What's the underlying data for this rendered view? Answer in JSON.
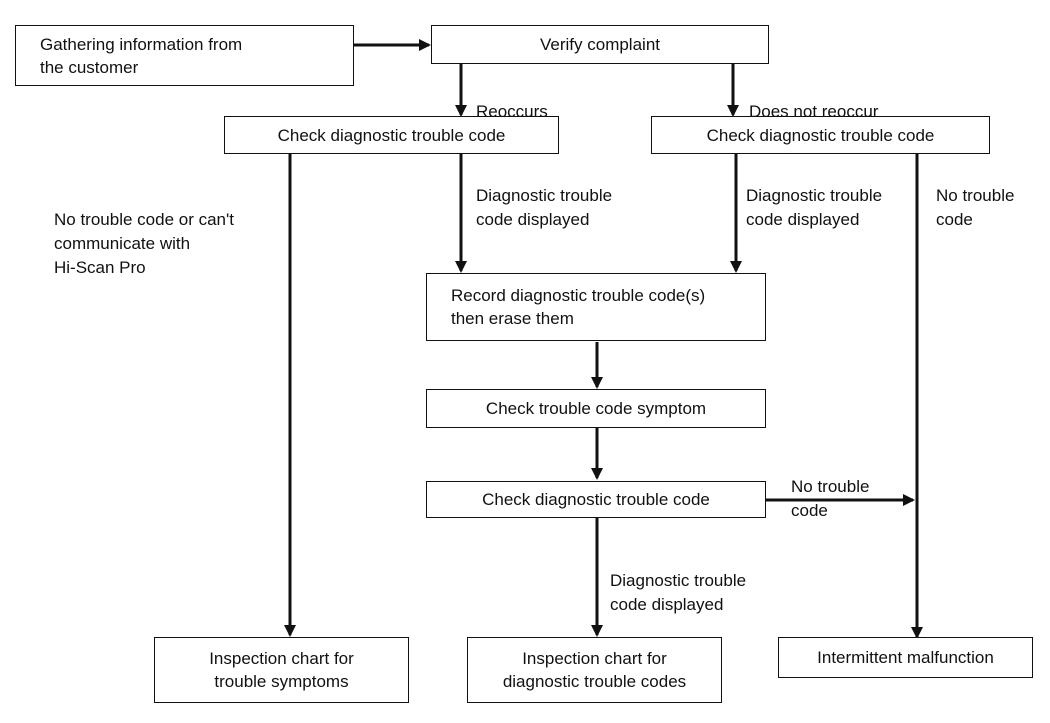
{
  "boxes": {
    "gathering": "Gathering information from\nthe customer",
    "verify": "Verify complaint",
    "check_left": "Check diagnostic trouble code",
    "check_right": "Check diagnostic trouble code",
    "record": "Record diagnostic trouble code(s)\nthen erase them",
    "check_symptom": "Check trouble code symptom",
    "check_center": "Check diagnostic trouble code",
    "inspection_symptoms": "Inspection chart for\ntrouble symptoms",
    "inspection_codes": "Inspection chart for\ndiagnostic trouble codes",
    "intermittent": "Intermittent malfunction"
  },
  "labels": {
    "reoccurs": "Reoccurs",
    "does_not_reoccur": "Does not reoccur",
    "no_code_left": "No trouble code or can't\ncommunicate with\nHi-Scan Pro",
    "dtc_displayed_left": "Diagnostic trouble\ncode displayed",
    "dtc_displayed_right": "Diagnostic trouble\ncode displayed",
    "no_code_right": "No trouble\ncode",
    "no_code_center": "No trouble\ncode",
    "dtc_displayed_bottom": "Diagnostic trouble\ncode displayed"
  }
}
